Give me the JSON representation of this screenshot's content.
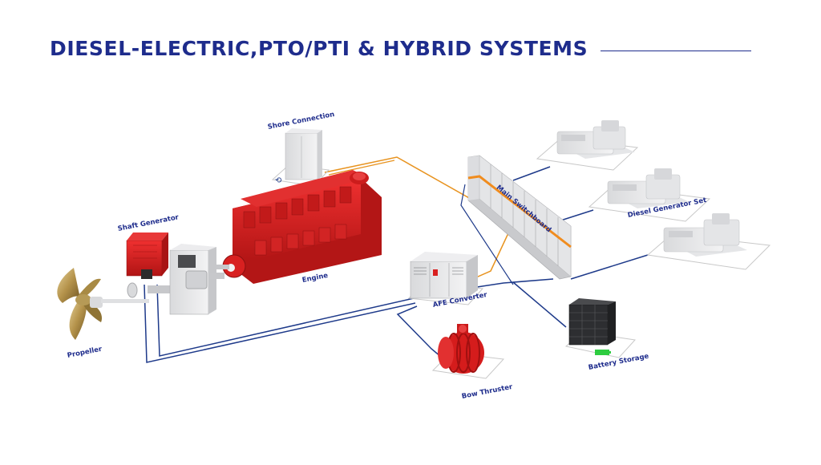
{
  "title": "DIESEL-ELECTRIC,PTO/PTI & HYBRID SYSTEMS",
  "colors": {
    "title": "#1e2c8c",
    "electrical_line": "#1e3a8a",
    "shore_line": "#e8931f",
    "engine_red": "#d61f1f",
    "panel_accent": "#f08c1e",
    "battery_indicator": "#2ecc40"
  },
  "labels": {
    "shore_connection": "Shore Connection",
    "main_switchboard": "Main Switchboard",
    "diesel_generator_set": "Diesel Generator Set",
    "shaft_generator": "Shaft Generator",
    "engine": "Engine",
    "afe_converter": "AFE Converter",
    "propeller": "Propeller",
    "battery_storage": "Battery Storage",
    "bow_thruster": "Bow Thruster"
  }
}
